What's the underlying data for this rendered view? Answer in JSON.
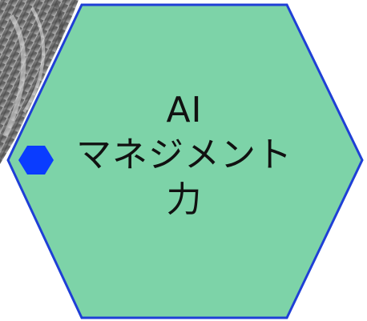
{
  "node": {
    "line1": "AI",
    "line2": "マネジメント",
    "line3": "力"
  },
  "colors": {
    "hex_fill": "#7dd3a8",
    "hex_stroke": "#1f3fd6",
    "bullet_fill": "#0a3cff",
    "photo_tone": "#7c7c7c"
  },
  "icons": {
    "bullet": "blue-hexagon-bullet-icon"
  }
}
